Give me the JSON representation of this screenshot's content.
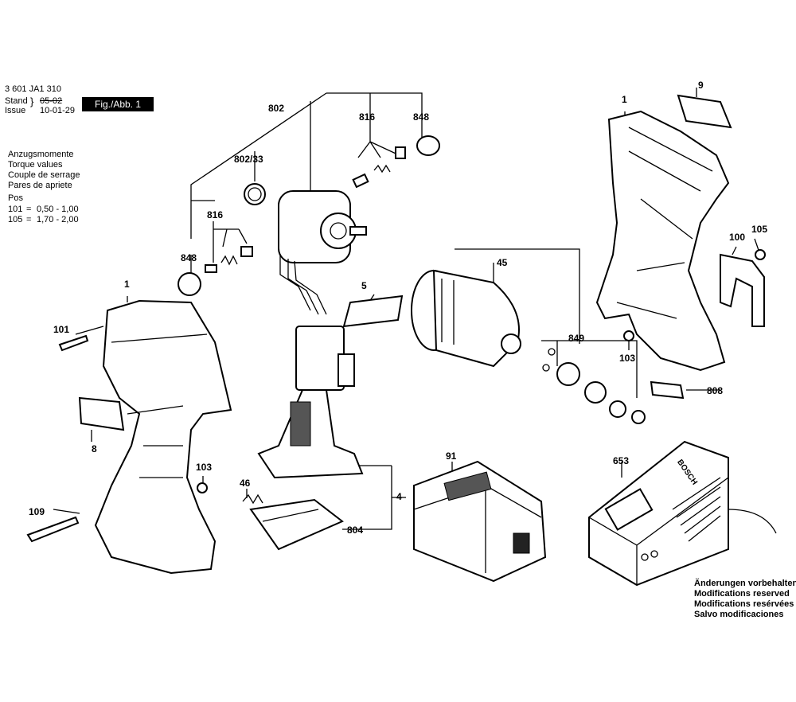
{
  "header": {
    "doc_number": "3 601 JA1 310",
    "stand_label": "Stand",
    "issue_label": "Issue",
    "old_date": "05-02",
    "issue_date": "10-01-29",
    "fig_label": "Fig./Abb. 1"
  },
  "torque": {
    "lines": [
      "Anzugsmomente",
      "Torque values",
      "Couple de serrage",
      "Pares de apriete"
    ],
    "pos_label": "Pos",
    "rows": [
      {
        "pos": "101",
        "eq": "=",
        "range": "0,50 - 1,00"
      },
      {
        "pos": "105",
        "eq": "=",
        "range": "1,70 - 2,00"
      }
    ]
  },
  "notice": [
    "Änderungen vorbehalten",
    "Modifications reserved",
    "Modifications resérvées",
    "Salvo modificaciones"
  ],
  "charger_brand": "BOSCH",
  "parts": {
    "p1a": "1",
    "p1b": "1",
    "p9": "9",
    "p105": "105",
    "p100": "100",
    "p103a": "103",
    "p808": "808",
    "p802": "802",
    "p816a": "816",
    "p848a": "848",
    "p802_33": "802/33",
    "p816b": "816",
    "p848b": "848",
    "p45": "45",
    "p849": "849",
    "p5": "5",
    "p101": "101",
    "p8": "8",
    "p103b": "103",
    "p109": "109",
    "p46": "46",
    "p4": "4",
    "p804": "804",
    "p91": "91",
    "p653": "653"
  },
  "colors": {
    "ink": "#000000",
    "paper": "#ffffff"
  }
}
